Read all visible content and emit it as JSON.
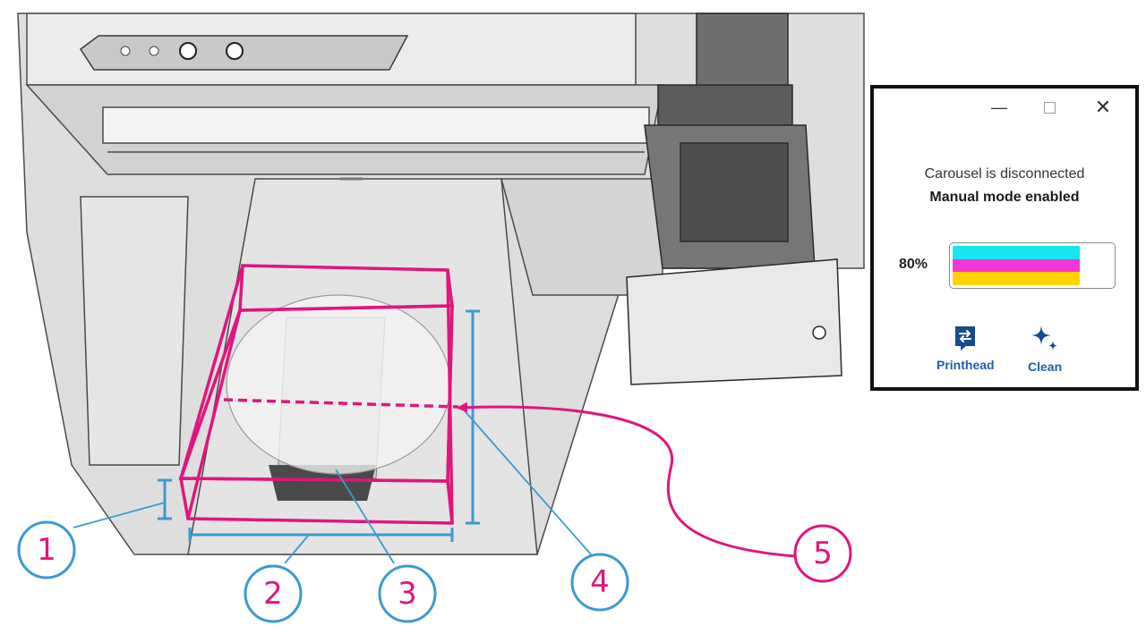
{
  "callouts": [
    "1",
    "2",
    "3",
    "4",
    "5"
  ],
  "window": {
    "minimize_glyph": "—",
    "close_glyph": "✕",
    "status_primary": "Carousel is disconnected",
    "status_secondary": "Manual mode enabled",
    "ink": {
      "percent_label": "80%",
      "level": 0.8,
      "colors": [
        "#16e6f0",
        "#f536d6",
        "#ffd200"
      ]
    },
    "actions": [
      {
        "label": "Printhead",
        "icon": "printhead-swap-icon"
      },
      {
        "label": "Clean",
        "icon": "sparkle-clean-icon"
      }
    ]
  },
  "colors": {
    "accent": "#e0157f",
    "dimension": "#3a9bd0",
    "link": "#1f5fa8"
  }
}
